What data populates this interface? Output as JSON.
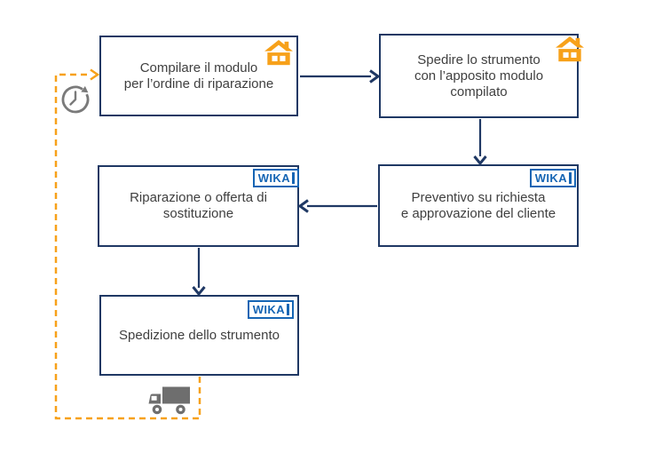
{
  "boxes": [
    {
      "id": "compile-form",
      "lines": [
        "Compilare il modulo",
        "per l’ordine di riparazione"
      ],
      "badge": "house"
    },
    {
      "id": "ship-instrument",
      "lines": [
        "Spedire lo strumento",
        "con l’apposito modulo",
        "compilato"
      ],
      "badge": "house"
    },
    {
      "id": "quote-approval",
      "lines": [
        "Preventivo su richiesta",
        "e approvazione del cliente"
      ],
      "badge": "wika-logo"
    },
    {
      "id": "repair-offer",
      "lines": [
        "Riparazione o offerta di",
        "sostituzione"
      ],
      "badge": "wika-logo"
    },
    {
      "id": "shipment",
      "lines": [
        "Spedizione dello strumento"
      ],
      "badge": "wika-logo"
    }
  ],
  "logo": {
    "text": "WIKA"
  },
  "icons": {
    "house": "house-icon",
    "clock": "clock-history-icon",
    "truck": "delivery-truck-icon",
    "wika": "wika-logo"
  },
  "colors": {
    "box_border": "#1F3864",
    "arrow": "#1F3864",
    "loop_dashed": "#F7A11A",
    "house_orange": "#F7A11A",
    "wika_blue": "#1565B4",
    "icon_gray": "#757575",
    "text": "#3F3F3F",
    "background": "#FFFFFF"
  }
}
